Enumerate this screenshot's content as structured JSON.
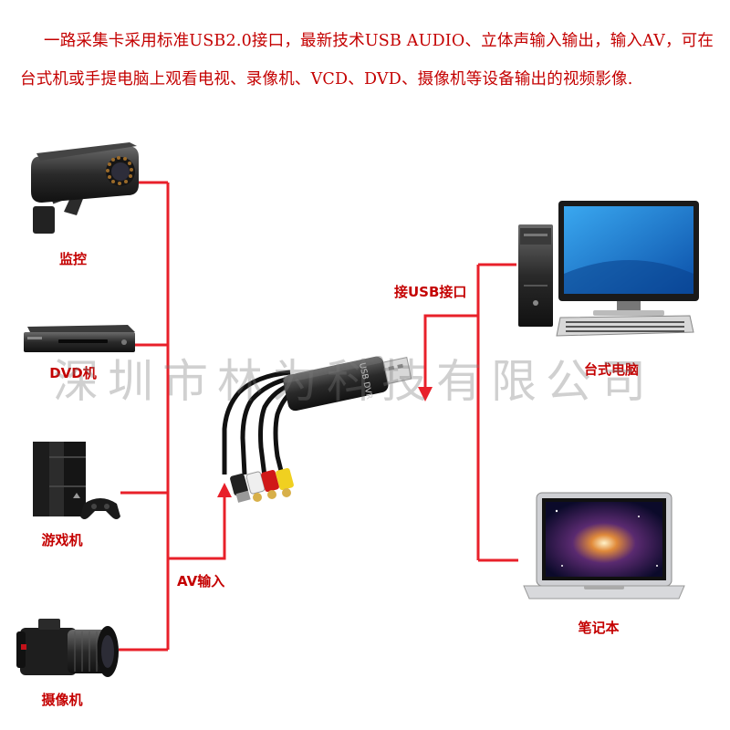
{
  "intro_text": "一路采集卡采用标准USB2.0接口，最新技术USB AUDIO、立体声输入输出，输入AV，可在台式机或手提电脑上观看电视、录像机、VCD、DVD、摄像机等设备输出的视频影像.",
  "watermark": "深圳市林为科技有限公司",
  "colors": {
    "line": "#e8202a",
    "text": "#c40000"
  },
  "devices": {
    "left": [
      {
        "label": "监控",
        "icon": "surveillance-camera-icon"
      },
      {
        "label": "DVD机",
        "icon": "dvd-player-icon"
      },
      {
        "label": "游戏机",
        "icon": "game-console-icon"
      },
      {
        "label": "摄像机",
        "icon": "video-camera-icon"
      }
    ],
    "right": [
      {
        "label": "台式电脑",
        "icon": "desktop-computer-icon"
      },
      {
        "label": "笔记本",
        "icon": "laptop-icon"
      }
    ]
  },
  "connections": {
    "av_input": "AV输入",
    "usb_interface": "接USB接口"
  },
  "capture_card": {
    "body_text": "USB DVR",
    "icon": "usb-capture-card-icon"
  }
}
